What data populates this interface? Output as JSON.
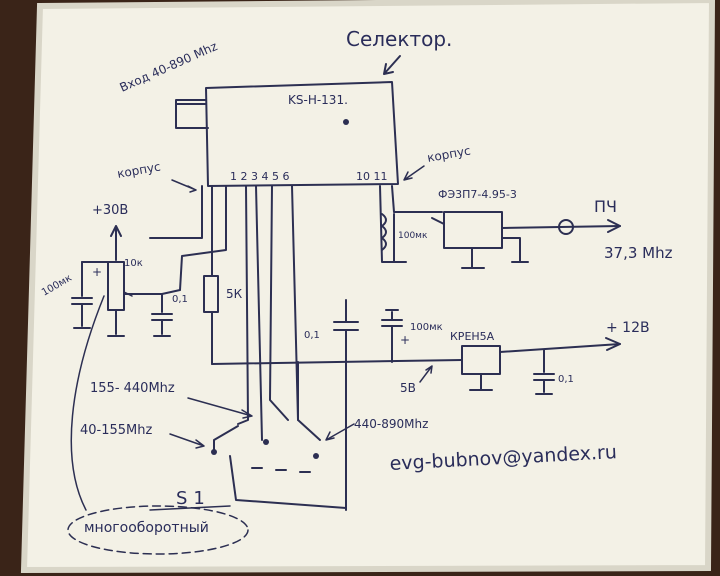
{
  "labels": {
    "selector": "Селектор.",
    "input": "Вход 40-890 Mhz",
    "module": "KS-H-131.",
    "korpus_left": "корпус",
    "korpus_right": "корпус",
    "pins_left": "1 2 3 4 5 6",
    "pins_right": "10 11",
    "filter": "ФЭ3П7-4.95-3",
    "pch": "ПЧ",
    "if_freq": "37,3 Mhz",
    "supply_30": "+30В",
    "c_100mk_left": "100мк",
    "pot_label": "+",
    "pot_value": "10к",
    "c_01_left": "0,1",
    "r_5k": "5К",
    "c_01_mid": "0,1",
    "c_100mk_mid": "100мк",
    "plus_mark": "+",
    "regulator": "КРЕН5А",
    "supply_12": "+ 12В",
    "c_01_right": "0,1",
    "v5": "5В",
    "band_mid": "155- 440Mhz",
    "band_low": "40-155Mhz",
    "band_high": "440-890Mhz",
    "switch": "S1",
    "multiturn": "многооборотный",
    "email": "evg-bubnov@yandex.ru",
    "coil_label": "100мк"
  },
  "colors": {
    "paper": "#f3f1e6",
    "ink": "#2c2f52",
    "background": "#3a2418"
  }
}
